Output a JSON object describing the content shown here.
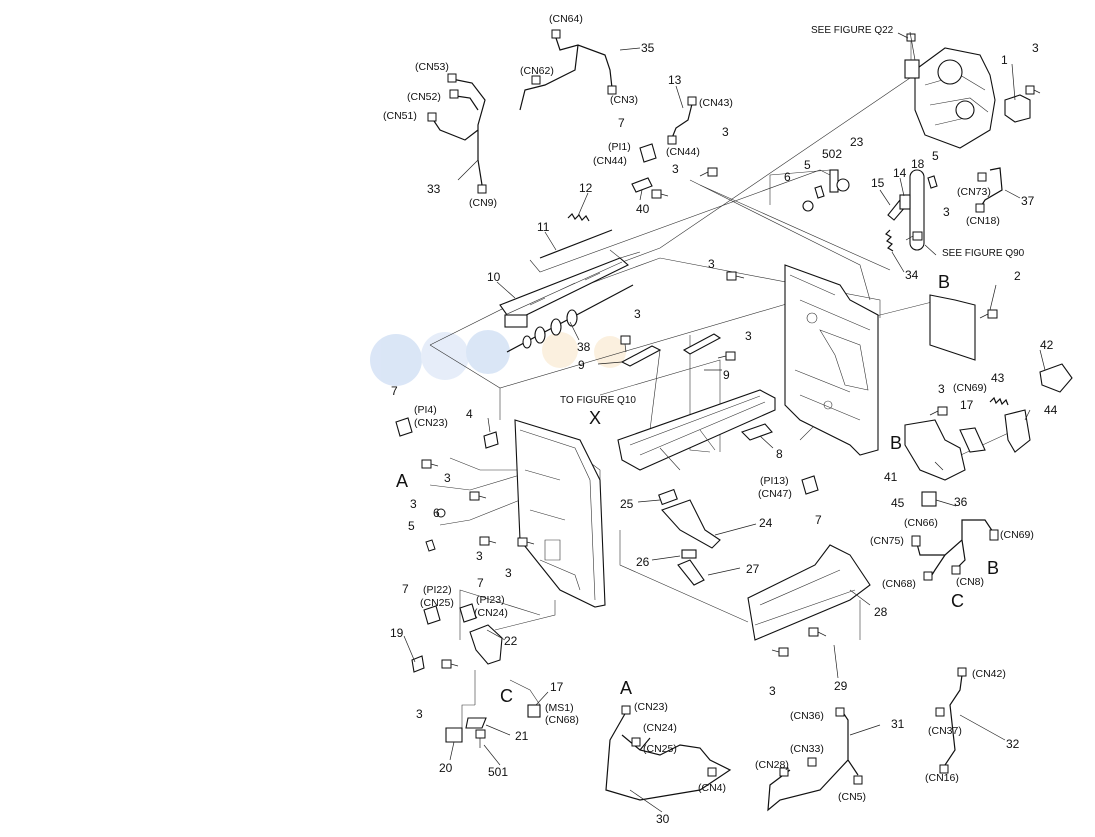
{
  "figure": {
    "references": {
      "see_q22": "SEE FIGURE Q22",
      "see_q90": "SEE FIGURE Q90",
      "to_q10": "TO FIGURE Q10"
    },
    "callouts": {
      "c1": "1",
      "c2": "2",
      "c3": "3",
      "c4": "4",
      "c5": "5",
      "c6": "6",
      "c7": "7",
      "c8": "8",
      "c9": "9",
      "c10": "10",
      "c11": "11",
      "c12": "12",
      "c13": "13",
      "c14": "14",
      "c15": "15",
      "c17": "17",
      "c18": "18",
      "c19": "19",
      "c20": "20",
      "c21": "21",
      "c22": "22",
      "c23": "23",
      "c24": "24",
      "c25": "25",
      "c26": "26",
      "c27": "27",
      "c28": "28",
      "c29": "29",
      "c30": "30",
      "c31": "31",
      "c32": "32",
      "c33": "33",
      "c34": "34",
      "c35": "35",
      "c36": "36",
      "c37": "37",
      "c38": "38",
      "c40": "40",
      "c41": "41",
      "c42": "42",
      "c43": "43",
      "c44": "44",
      "c45": "45",
      "c501": "501",
      "c502": "502"
    },
    "connectors": {
      "cn3": "(CN3)",
      "cn4": "(CN4)",
      "cn5": "(CN5)",
      "cn8": "(CN8)",
      "cn9": "(CN9)",
      "cn16": "(CN16)",
      "cn18": "(CN18)",
      "cn23": "(CN23)",
      "cn24": "(CN24)",
      "cn25": "(CN25)",
      "cn28": "(CN28)",
      "cn33": "(CN33)",
      "cn36": "(CN36)",
      "cn37": "(CN37)",
      "cn42": "(CN42)",
      "cn43": "(CN43)",
      "cn44": "(CN44)",
      "cn47": "(CN47)",
      "cn51": "(CN51)",
      "cn52": "(CN52)",
      "cn53": "(CN53)",
      "cn62": "(CN62)",
      "cn64": "(CN64)",
      "cn66": "(CN66)",
      "cn68": "(CN68)",
      "cn69": "(CN69)",
      "cn73": "(CN73)",
      "cn75": "(CN75)"
    },
    "sensors": {
      "pi1": "(PI1)",
      "pi4": "(PI4)",
      "pi13": "(PI13)",
      "pi22": "(PI22)",
      "pi23": "(PI23)",
      "ms1": "(MS1)"
    },
    "letters": {
      "a": "A",
      "b": "B",
      "c": "C",
      "x": "X"
    }
  }
}
